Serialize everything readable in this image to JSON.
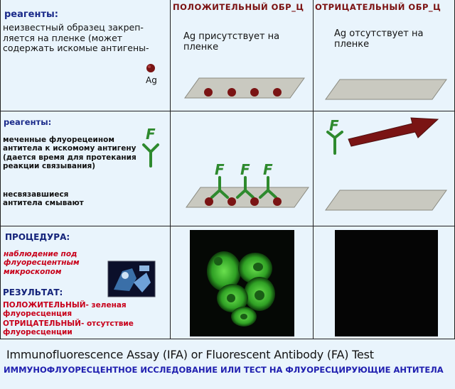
{
  "columns": {
    "positive_header": "ПОЛОЖИТЕЛЬНЫЙ ОБР_Ц",
    "negative_header": "ОТРИЦАТЕЛЬНЫЙ ОБР_Ц"
  },
  "row1": {
    "reagents_label": "реагенты:",
    "description": "неизвестный образец закреп- ляется на пленке (может содержать искомые антигены-",
    "ag_label": "Ag",
    "positive_text": "Ag присутствует на пленке",
    "negative_text": "Ag отсутствует на пленке"
  },
  "row2": {
    "reagents_label": "реагенты:",
    "description": "меченные флуорецеином антитела к искомому антигену (дается время для протекания реакции связывания)",
    "wash_text": "несвязавшиеся антитела смывают",
    "f_label": "F"
  },
  "row3": {
    "procedure_label": "ПРОЦЕДУРА:",
    "procedure_text": "наблюдение под флуоресцентным микроскопом",
    "result_label": "РЕЗУЛЬТАТ:",
    "result_positive": "ПОЛОЖИТЕЛЬНЫЙ- зеленая флуоресценция",
    "result_negative": "ОТРИЦАТЕЛЬНЫЙ- отсутствие флуоресценции"
  },
  "footer": {
    "title": "Immunofluorescence Assay (IFA) or Fluorescent Antibody (FA) Test",
    "subtitle": "ИММУНОФЛУОРЕСЦЕНТНОЕ ИССЛЕДОВАНИЕ ИЛИ ТЕСТ НА ФЛУОРЕСЦИРУЮЩИЕ АНТИТЕЛА"
  },
  "colors": {
    "background": "#e9f4fc",
    "antigen": "#7a1414",
    "antibody": "#2e8a2e",
    "slide": "#c9c9c0",
    "arrow": "#7a1414",
    "fluorescence": "#3fc12c"
  }
}
